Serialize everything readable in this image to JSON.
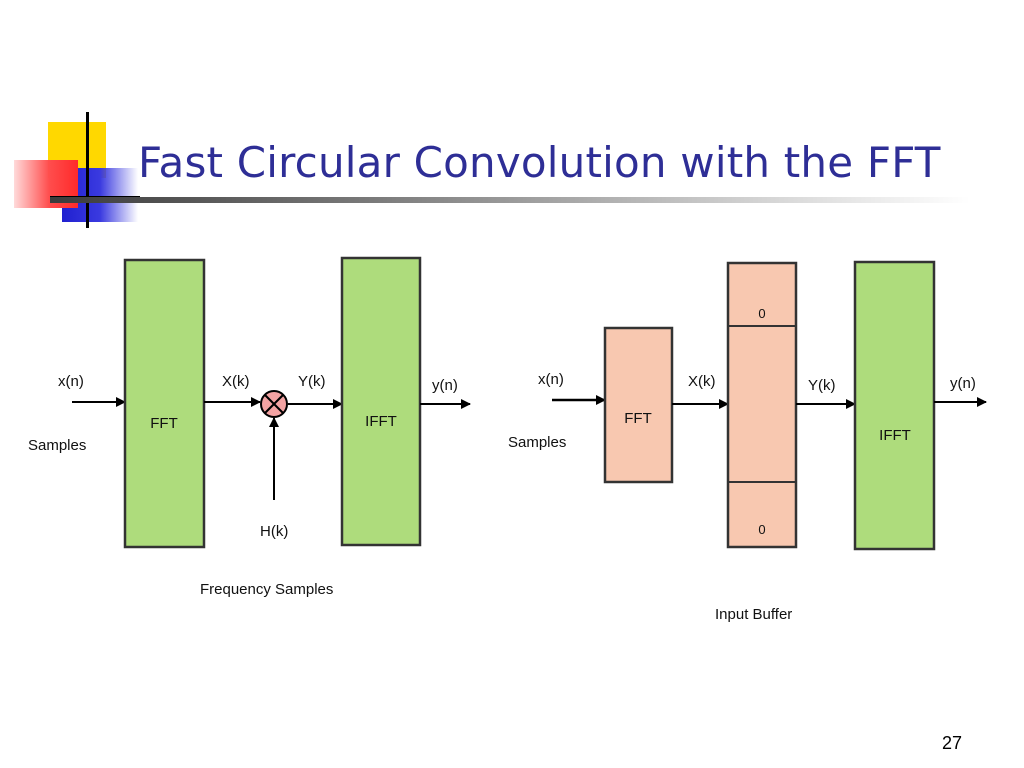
{
  "slide": {
    "title": "Fast Circular Convolution with the FFT",
    "page_number": "27"
  },
  "left_diagram": {
    "input_signal": "x(n)",
    "input_note": "Samples",
    "block1": "FFT",
    "spectrum_in": "X(k)",
    "spectrum_out": "Y(k)",
    "block2": "IFFT",
    "output_signal": "y(n)",
    "filter_input": "H(k)",
    "caption": "Frequency Samples"
  },
  "right_diagram": {
    "input_signal": "x(n)",
    "input_note": "Samples",
    "block1": "FFT",
    "spectrum_in": "X(k)",
    "buffer_top": "0",
    "buffer_bottom": "0",
    "spectrum_out": "Y(k)",
    "block2": "IFFT",
    "output_signal": "y(n)",
    "caption": "Input Buffer"
  },
  "colors": {
    "title": "#2e2e96",
    "green_block": "#aedc7c",
    "salmon_block": "#f8c8b0",
    "multiplier": "#f4a3a3"
  }
}
